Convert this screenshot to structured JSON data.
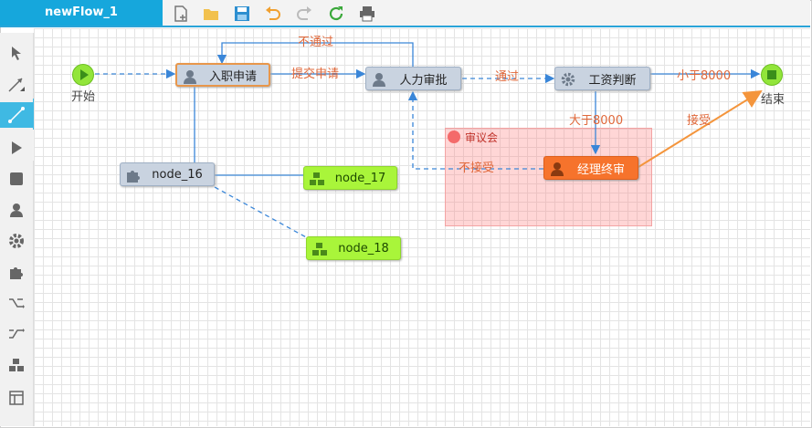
{
  "title": "newFlow_1",
  "toolbar": [
    {
      "name": "new-icon",
      "color": "#777"
    },
    {
      "name": "open-folder-icon",
      "color": "#f2c14e"
    },
    {
      "name": "save-icon",
      "color": "#2d8fd0"
    },
    {
      "name": "undo-icon",
      "color": "#f0a030"
    },
    {
      "name": "redo-icon",
      "color": "#bbb"
    },
    {
      "name": "refresh-icon",
      "color": "#3aa83a"
    },
    {
      "name": "print-icon",
      "color": "#666"
    }
  ],
  "palette": [
    "cursor-icon",
    "direct-line-icon",
    "line-icon",
    "start-icon",
    "end-icon",
    "task-icon",
    "gear-icon",
    "plugin-icon",
    "fork-icon",
    "join-icon",
    "subflow-icon",
    "layout-icon"
  ],
  "nodes": {
    "start": {
      "label": "开始"
    },
    "end": {
      "label": "结束"
    },
    "apply": {
      "label": "入职申请"
    },
    "hr": {
      "label": "人力审批"
    },
    "salary": {
      "label": "工资判断"
    },
    "manager": {
      "label": "经理终审"
    },
    "node16": {
      "label": "node_16"
    },
    "node17": {
      "label": "node_17"
    },
    "node18": {
      "label": "node_18"
    }
  },
  "area": {
    "label": "审议会"
  },
  "edges": {
    "submit": "提交申请",
    "pass": "通过",
    "reject": "不通过",
    "less": "小于8000",
    "more": "大于8000",
    "accept": "接受",
    "not_accept": "不接受"
  },
  "colors": {
    "accent": "#16a7dc",
    "edge": "#3a86d8",
    "edge_label": "#e0683a",
    "accept_edge": "#f4953c"
  }
}
